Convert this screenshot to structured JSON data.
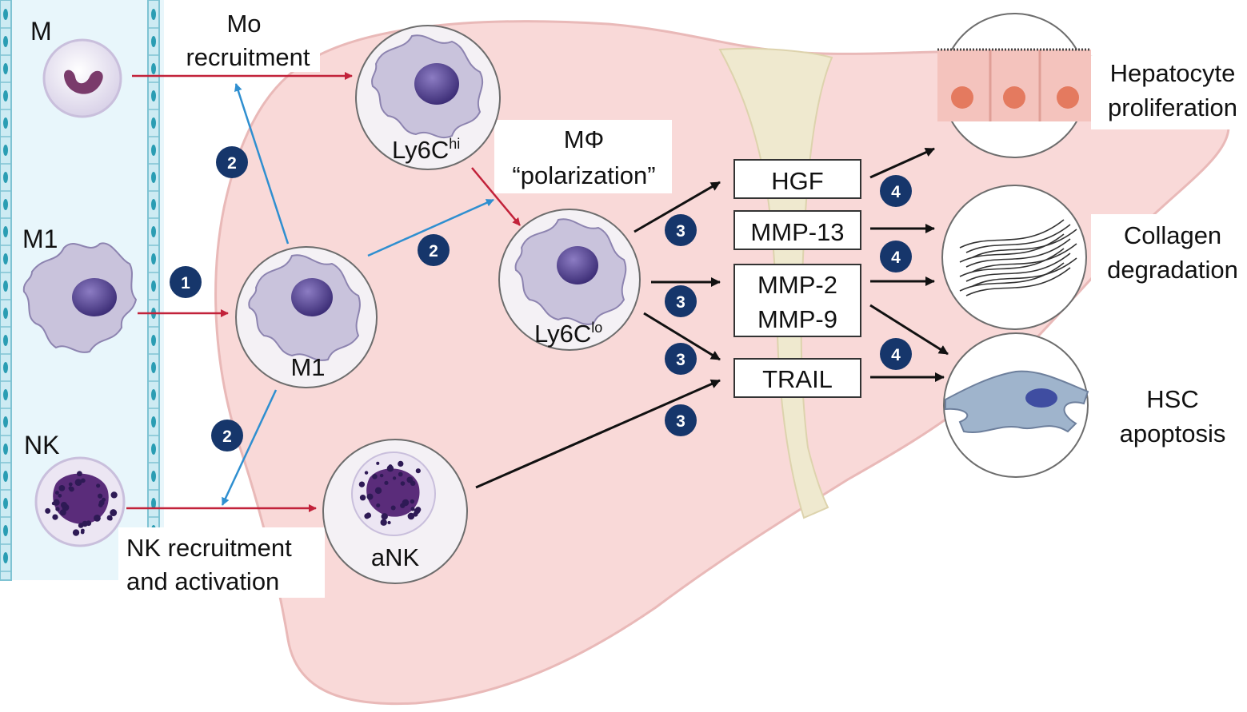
{
  "colors": {
    "vessel": "#e8f6fb",
    "vessel_wall": "#7fc3d3",
    "liver": "#f9d9d8",
    "liver_edge": "#e9b9b8",
    "ligament": "#efe9cf",
    "red_arrow": "#c2223a",
    "blue_arrow": "#2f8fd0",
    "black_arrow": "#111111",
    "badge": "#16366b",
    "macrophage": "#c9c3dc",
    "nucleus": "#5b4c93",
    "nk_nucleus": "#5a2c7a",
    "monocyte_nucleus": "#7a3b6b",
    "hepatocyte": "#f4c3bd",
    "hsc": "#9fb4cc"
  },
  "blood_cells": {
    "monocyte": "M",
    "m1": "M1",
    "nk": "NK"
  },
  "labels": {
    "mo_recruitment_1": "Mo",
    "mo_recruitment_2": "recruitment",
    "nk_recruitment_1": "NK recruitment",
    "nk_recruitment_2": "and activation",
    "mphi_1": "MΦ",
    "mphi_2": "“polarization”",
    "ly6c_hi_base": "Ly6C",
    "ly6c_hi_sup": "hi",
    "ly6c_lo_base": "Ly6C",
    "ly6c_lo_sup": "lo",
    "liver_m1": "M1",
    "ank": "aNK"
  },
  "mediators": {
    "hgf": "HGF",
    "mmp13": "MMP-13",
    "mmp2": "MMP-2",
    "mmp9": "MMP-9",
    "trail": "TRAIL"
  },
  "outcomes": {
    "hep_1": "Hepatocyte",
    "hep_2": "proliferation",
    "col_1": "Collagen",
    "col_2": "degradation",
    "hsc_1": "HSC",
    "hsc_2": "apoptosis"
  },
  "steps": {
    "one": "1",
    "two": "2",
    "three": "3",
    "four": "4"
  }
}
